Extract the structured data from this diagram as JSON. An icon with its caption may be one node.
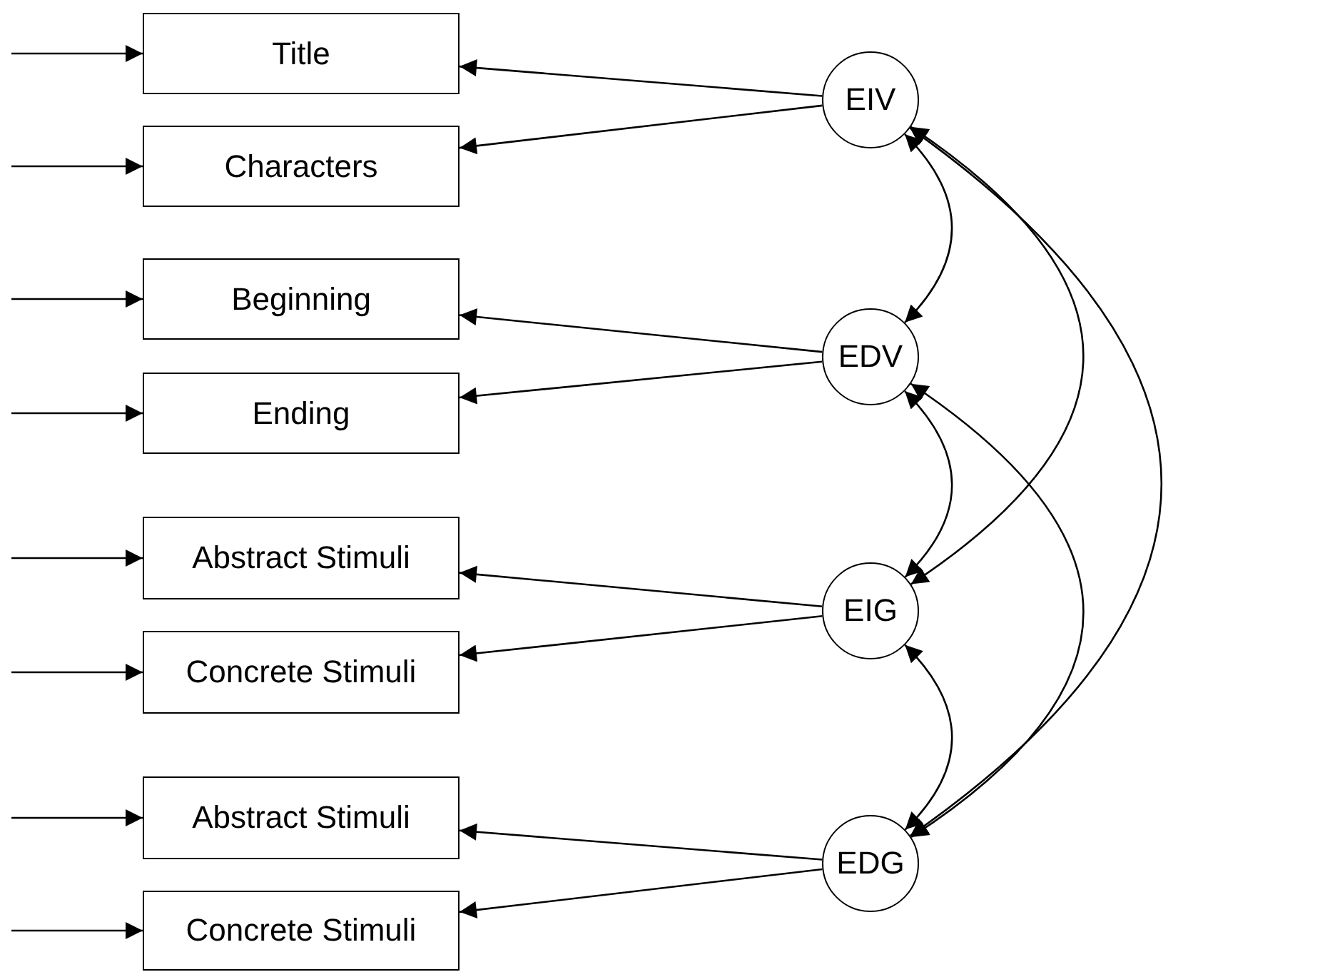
{
  "diagram": {
    "nodes": [
      {
        "text": [
          "Title"
        ]
      },
      {
        "text": [
          "Characters"
        ]
      },
      {
        "text": [
          "Beginning"
        ]
      },
      {
        "text": [
          "Ending"
        ]
      },
      {
        "text": [
          "Abstract Stimuli"
        ]
      },
      {
        "text": [
          "Concrete Stimuli"
        ]
      },
      {
        "text": [
          "Abstract Stimuli"
        ]
      },
      {
        "text": [
          "Concrete Stimuli"
        ]
      },
      {
        "text": [
          "EIV"
        ]
      },
      {
        "text": [
          "EDV"
        ]
      },
      {
        "text": [
          "EIG"
        ]
      },
      {
        "text": [
          "EDG"
        ]
      }
    ],
    "edges": [
      {
        "from": null,
        "to": 0,
        "arrow": "to"
      },
      {
        "from": null,
        "to": 1,
        "arrow": "to"
      },
      {
        "from": null,
        "to": 2,
        "arrow": "to"
      },
      {
        "from": null,
        "to": 3,
        "arrow": "to"
      },
      {
        "from": null,
        "to": 4,
        "arrow": "to"
      },
      {
        "from": null,
        "to": 5,
        "arrow": "to"
      },
      {
        "from": null,
        "to": 6,
        "arrow": "to"
      },
      {
        "from": null,
        "to": 7,
        "arrow": "to"
      },
      {
        "from": 8,
        "to": 0,
        "arrow": "to"
      },
      {
        "from": 8,
        "to": 1,
        "arrow": "to"
      },
      {
        "from": 9,
        "to": 2,
        "arrow": "to"
      },
      {
        "from": 9,
        "to": 3,
        "arrow": "to"
      },
      {
        "from": 10,
        "to": 4,
        "arrow": "to"
      },
      {
        "from": 10,
        "to": 5,
        "arrow": "to"
      },
      {
        "from": 11,
        "to": 6,
        "arrow": "to"
      },
      {
        "from": 11,
        "to": 7,
        "arrow": "to"
      },
      {
        "from": 8,
        "to": 9,
        "arrow": "both"
      },
      {
        "from": 8,
        "to": 10,
        "arrow": "both"
      },
      {
        "from": 8,
        "to": 11,
        "arrow": "both"
      },
      {
        "from": 9,
        "to": 10,
        "arrow": "both"
      },
      {
        "from": 9,
        "to": 11,
        "arrow": "both"
      },
      {
        "from": 10,
        "to": 11,
        "arrow": "both"
      }
    ]
  }
}
